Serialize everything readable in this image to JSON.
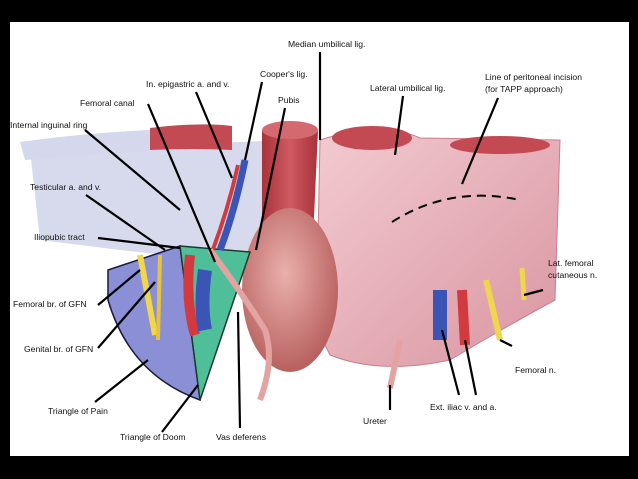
{
  "labels": {
    "median_umbilical": "Median umbilical lig.",
    "coopers": "Cooper's lig.",
    "in_epigastric": "In. epigastric a. and v.",
    "lateral_umbilical": "Lateral umbilical lig.",
    "line_incision_1": "Line of peritoneal incision",
    "line_incision_2": "(for TAPP approach)",
    "pubis": "Pubis",
    "femoral_canal": "Femoral canal",
    "internal_inguinal": "Internal inguinal ring",
    "testicular": "Testicular a. and v.",
    "iliopubic": "Iliopubic tract",
    "lat_femoral_1": "Lat. femoral",
    "lat_femoral_2": "cutaneous n.",
    "femoral_br": "Femoral br. of GFN",
    "genital_br": "Genital br. of GFN",
    "femoral_n": "Femoral n.",
    "triangle_pain": "Triangle of Pain",
    "ext_iliac": "Ext. iliac v. and a.",
    "ureter": "Ureter",
    "triangle_doom": "Triangle of Doom",
    "vas_deferens": "Vas deferens"
  },
  "colors": {
    "background": "#000000",
    "panel": "#ffffff",
    "peritoneum": "#e9b4bd",
    "muscle": "#c2464f",
    "artery": "#d23a3f",
    "vein": "#3b55b7",
    "nerve": "#f0d64a",
    "triangle_pain": "#8a8fd6",
    "triangle_doom": "#4fbf9a",
    "bladder": "#d98a8c"
  }
}
